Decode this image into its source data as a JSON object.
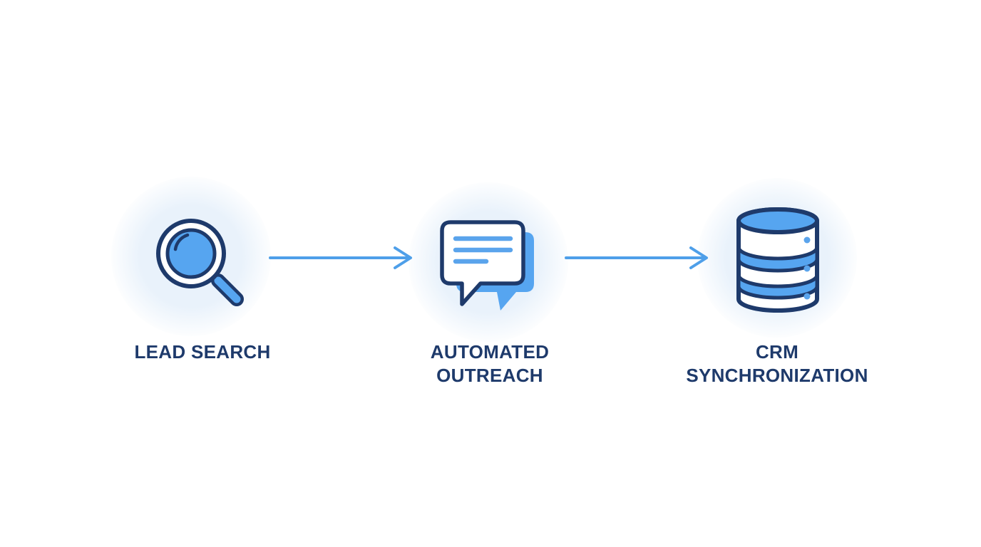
{
  "colors": {
    "background": "#FFFFFF",
    "navy": "#1E3A6B",
    "blue": "#56A5F0",
    "accent_line": "#5AA4EC",
    "arrow": "#4E9FE9",
    "glow": "#E9F2FB"
  },
  "diagram": {
    "steps": [
      {
        "id": "lead-search",
        "label": "LEAD SEARCH",
        "icon": "magnifier-search-icon"
      },
      {
        "id": "automated-outreach",
        "label": "AUTOMATED OUTREACH",
        "icon": "chat-bubbles-icon"
      },
      {
        "id": "crm-synchronization",
        "label": "CRM SYNCHRONIZATION",
        "icon": "database-icon"
      }
    ],
    "connectors": [
      {
        "from": "lead-search",
        "to": "automated-outreach",
        "type": "arrow-right"
      },
      {
        "from": "automated-outreach",
        "to": "crm-synchronization",
        "type": "arrow-right"
      }
    ]
  }
}
